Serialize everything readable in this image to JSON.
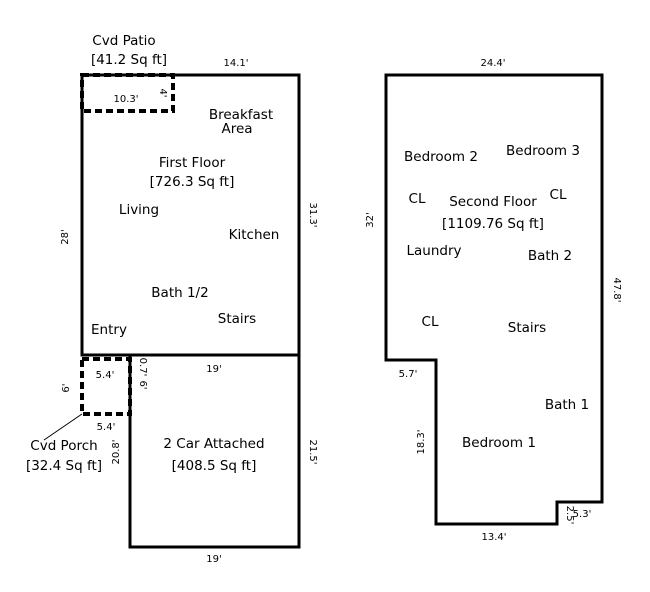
{
  "first_floor": {
    "patio_title": "Cvd Patio",
    "patio_area": "[41.2 Sq ft]",
    "patio_width": "10.3'",
    "patio_depth": "4'",
    "top_width": "14.1'",
    "breakfast_line1": "Breakfast",
    "breakfast_line2": "Area",
    "floor_name": "First Floor",
    "floor_area": "[726.3 Sq ft]",
    "living": "Living",
    "kitchen": "Kitchen",
    "right_height": "31.3'",
    "left_height": "28'",
    "bath_half": "Bath 1/2",
    "stairs": "Stairs",
    "entry": "Entry",
    "porch_width_top": "5.4'",
    "porch_small_1": "0.7'",
    "porch_small_2": "6'",
    "porch_left": "6'",
    "porch_width_bottom": "5.4'",
    "garage_top": "19'",
    "porch_title": "Cvd Porch",
    "porch_area": "[32.4 Sq ft]",
    "garage_left": "20.8'",
    "garage_name": "2 Car Attached",
    "garage_area": "[408.5 Sq ft]",
    "garage_right": "21.5'",
    "garage_bottom": "19'"
  },
  "second_floor": {
    "top_width": "24.4'",
    "bedroom2": "Bedroom 2",
    "bedroom3": "Bedroom 3",
    "cl_left": "CL",
    "floor_name": "Second Floor",
    "cl_right": "CL",
    "left_height": "32'",
    "floor_area": "[1109.76 Sq ft]",
    "laundry": "Laundry",
    "bath2": "Bath 2",
    "right_height": "47.8'",
    "cl_lower": "CL",
    "stairs": "Stairs",
    "step_width": "5.7'",
    "bath1": "Bath 1",
    "lower_left_height": "18.3'",
    "bedroom1": "Bedroom 1",
    "notch_width": "5.3'",
    "notch_height": "2.5'",
    "bottom_width": "13.4'"
  }
}
